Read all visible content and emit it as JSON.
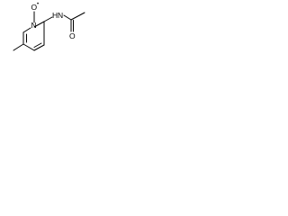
{
  "molecule": {
    "labels": {
      "ring_nitrogen": "N",
      "n_oxide_oxygen": "O",
      "radical_mark": "•",
      "amide_nh": "H",
      "amide_n": "N",
      "carbonyl_oxygen": "O"
    },
    "colors": {
      "bonds": "#000000",
      "labels": "#000000",
      "background": "#ffffff"
    }
  }
}
